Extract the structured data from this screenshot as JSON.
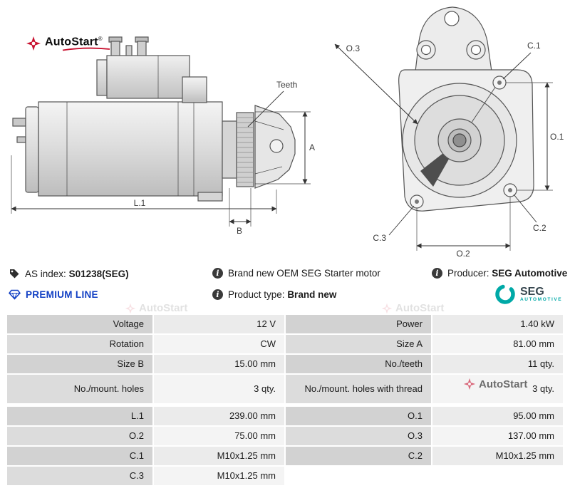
{
  "brand": {
    "autostart": {
      "name": "AutoStart",
      "reg": "®"
    },
    "seg": {
      "name": "SEG",
      "sub": "AUTOMOTIVE"
    }
  },
  "drawing": {
    "labels": {
      "teeth": "Teeth",
      "a": "A",
      "l1": "L.1",
      "b": "B",
      "o1": "O.1",
      "o2": "O.2",
      "o3": "O.3",
      "c1": "C.1",
      "c2": "C.2",
      "c3": "C.3"
    }
  },
  "info": {
    "as_index_label": "AS index:",
    "as_index_value": "S01238(SEG)",
    "brand_new_text": "Brand new OEM SEG Starter motor",
    "producer_label": "Producer:",
    "producer_value": "SEG Automotive",
    "premium_line": "PREMIUM LINE",
    "product_type_label": "Product type:",
    "product_type_value": "Brand new"
  },
  "specs": {
    "rows": [
      {
        "l1": "Voltage",
        "v1": "12 V",
        "l2": "Power",
        "v2": "1.40 kW"
      },
      {
        "l1": "Rotation",
        "v1": "CW",
        "l2": "Size A",
        "v2": "81.00 mm"
      },
      {
        "l1": "Size B",
        "v1": "15.00 mm",
        "l2": "No./teeth",
        "v2": "11 qty."
      },
      {
        "l1": "No./mount. holes",
        "v1": "3 qty.",
        "l2": "No./mount. holes with thread",
        "v2": "3 qty."
      },
      {
        "l1": "L.1",
        "v1": "239.00 mm",
        "l2": "O.1",
        "v2": "95.00 mm"
      },
      {
        "l1": "O.2",
        "v1": "75.00 mm",
        "l2": "O.3",
        "v2": "137.00 mm"
      },
      {
        "l1": "C.1",
        "v1": "M10x1.25 mm",
        "l2": "C.2",
        "v2": "M10x1.25 mm"
      },
      {
        "l1": "C.3",
        "v1": "M10x1.25 mm",
        "l2": "",
        "v2": ""
      }
    ]
  },
  "colors": {
    "accent_red": "#c8102e",
    "premium_blue": "#1240c4",
    "seg_teal": "#00a9a7",
    "label_cell": "#d2d2d2",
    "value_cell": "#ebebeb"
  }
}
